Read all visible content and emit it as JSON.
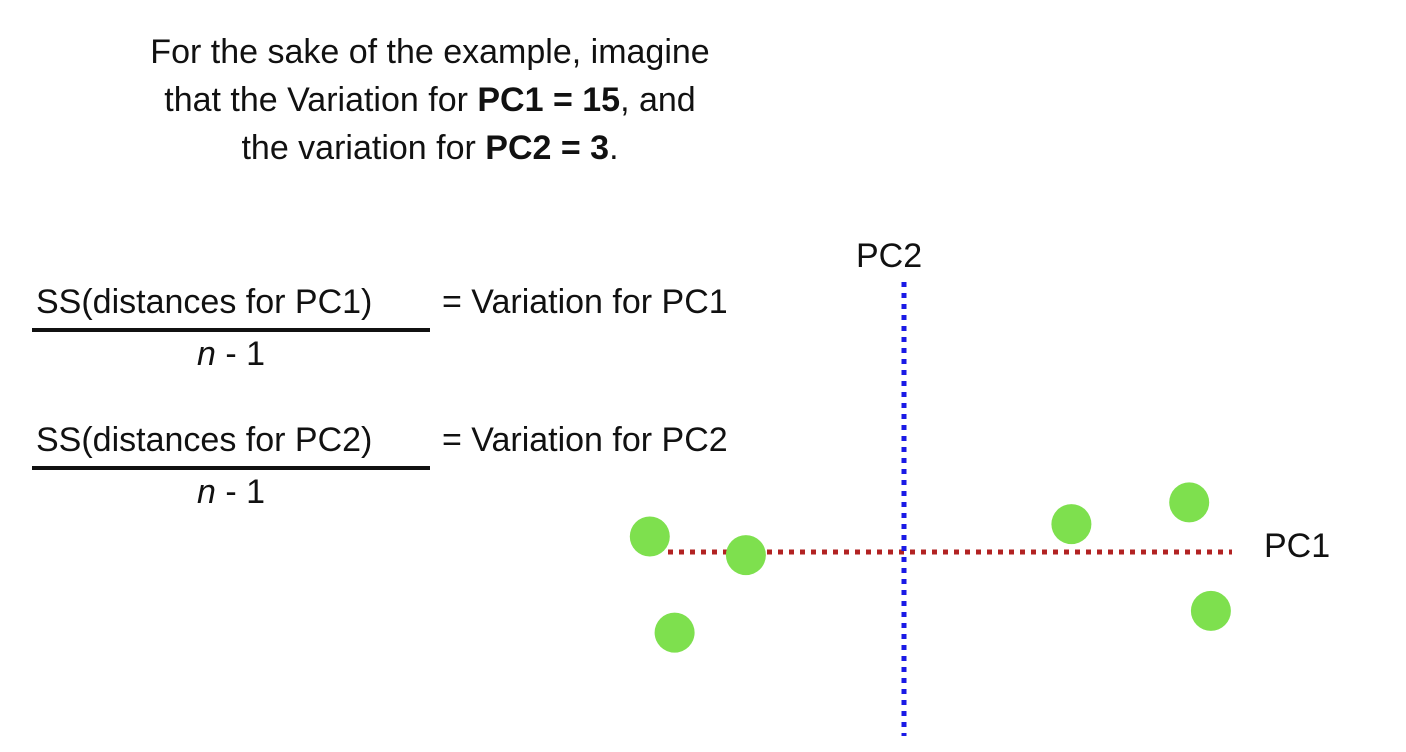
{
  "intro": {
    "line1": "For the sake of the example, imagine",
    "line2_pre": "that the Variation for ",
    "line2_bold": "PC1 = 15",
    "line2_post": ", and",
    "line3_pre": "the variation for ",
    "line3_bold": "PC2 = 3",
    "line3_post": "."
  },
  "formulas": [
    {
      "numerator": "SS(distances for PC1)",
      "equals": "= Variation for PC1",
      "denominator_var": "n",
      "denominator_rest": " - 1"
    },
    {
      "numerator": "SS(distances for PC2)",
      "equals": "= Variation for PC2",
      "denominator_var": "n",
      "denominator_rest": " - 1"
    }
  ],
  "plot": {
    "pc1_label": "PC1",
    "pc2_label": "PC2",
    "pc1_color": "#b22222",
    "pc2_color": "#1a1ae6",
    "point_color": "#7ee04e",
    "points": [
      {
        "pc1": -8.2,
        "pc2": 0.5
      },
      {
        "pc1": -5.1,
        "pc2": -0.1
      },
      {
        "pc1": -7.4,
        "pc2": -2.6
      },
      {
        "pc1": 5.4,
        "pc2": 0.9
      },
      {
        "pc1": 9.2,
        "pc2": 1.6
      },
      {
        "pc1": 9.9,
        "pc2": -1.9
      }
    ]
  }
}
